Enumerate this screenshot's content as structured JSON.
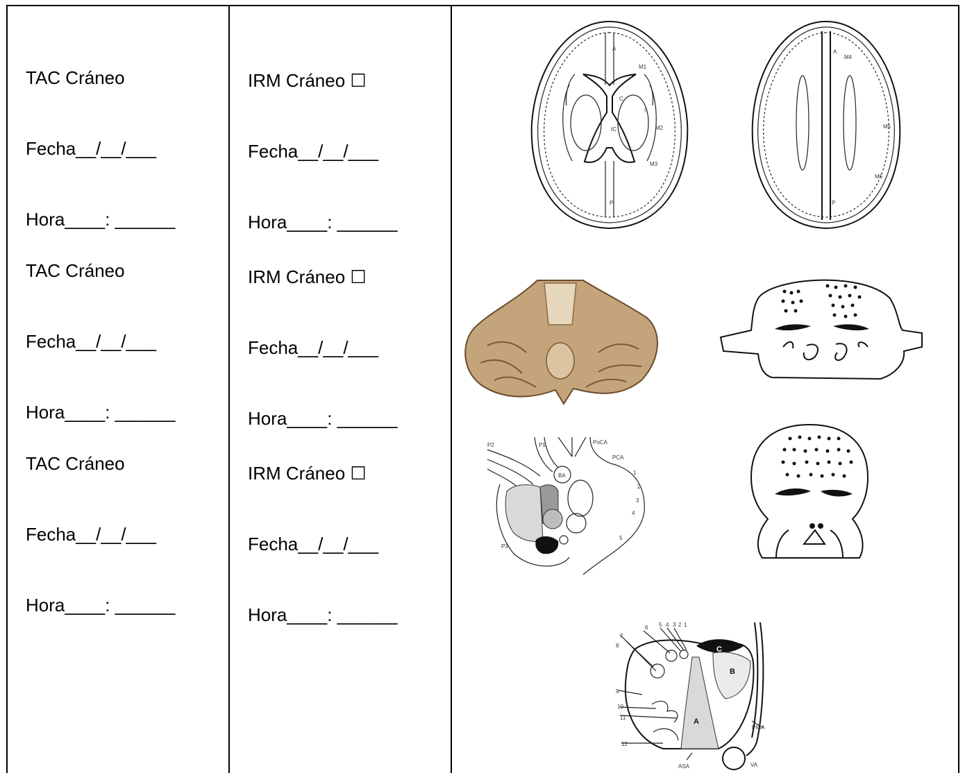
{
  "rows": [
    {
      "tac": {
        "title": "TAC Cráneo",
        "date": "Fecha__/__/___",
        "time": "Hora____: ______"
      },
      "irm": {
        "title": "IRM Cráneo ☐",
        "date": "Fecha__/__/___",
        "time": "Hora____: ______"
      }
    },
    {
      "tac": {
        "title": "TAC Cráneo",
        "date": "Fecha__/__/___",
        "time": "Hora____: ______"
      },
      "irm": {
        "title": "IRM Cráneo ☐",
        "date": "Fecha__/__/___",
        "time": "Hora____: ______"
      }
    },
    {
      "tac": {
        "title": "TAC Cráneo",
        "date": "Fecha__/__/___",
        "time": "Hora____: ______"
      },
      "irm": {
        "title": "IRM Cráneo ☐",
        "date": "Fecha__/__/___",
        "time": "Hora____: ______"
      }
    }
  ],
  "figures": {
    "axial_basal_ganglia": {
      "labels": [
        "A",
        "M1",
        "C",
        "I",
        "IC",
        "M2",
        "M3",
        "P"
      ]
    },
    "axial_supraventricular": {
      "labels": [
        "A",
        "M4",
        "M5",
        "M6",
        "P"
      ]
    },
    "thalamus_vascular": {
      "labels": [
        "P2",
        "P1",
        "PoCA",
        "PCA",
        "BA",
        "1",
        "2",
        "3",
        "4",
        "5",
        "P3"
      ]
    },
    "medulla_vascular": {
      "labels": [
        "6",
        "5",
        "4",
        "3",
        "2",
        "1",
        "7",
        "8",
        "9",
        "10",
        "11",
        "12",
        "C",
        "B",
        "A",
        "PICA",
        "ASA",
        "VA"
      ]
    }
  }
}
